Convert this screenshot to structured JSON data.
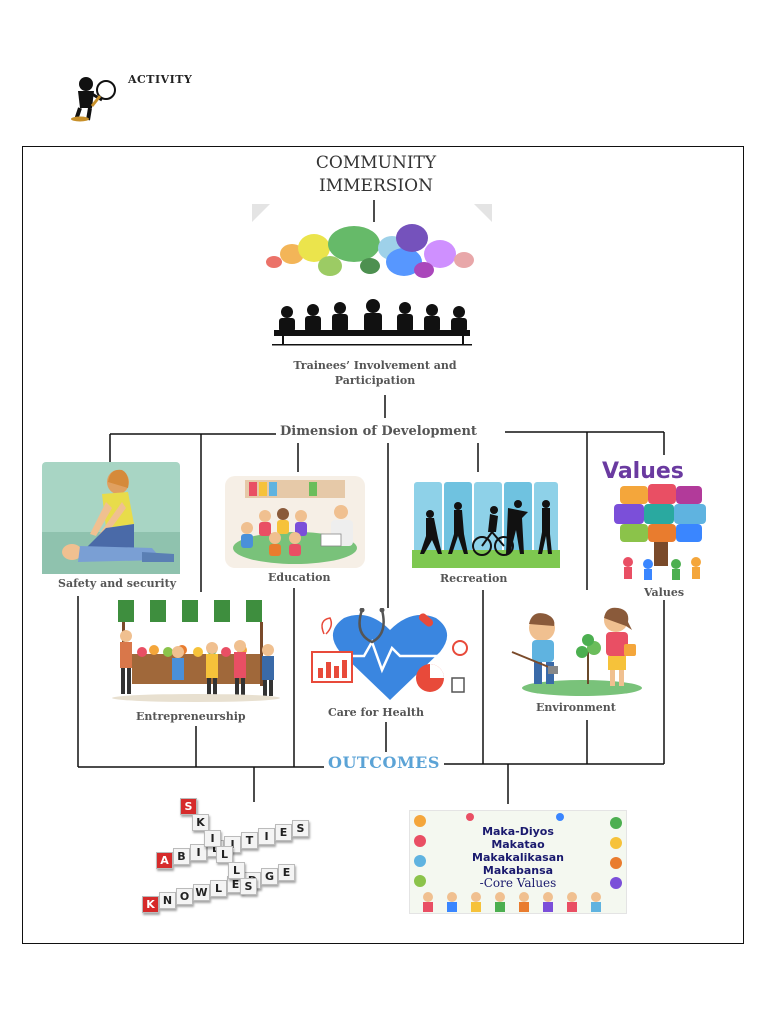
{
  "header": {
    "activity_label": "ACTIVITY",
    "icon": "detective-magnifier-icon"
  },
  "diagram": {
    "title_line1": "COMMUNITY",
    "title_line2": "IMMERSION",
    "trainees_line1": "Trainees’ Involvement and",
    "trainees_line2": "Participation",
    "dimension": "Dimension of Development",
    "outcomes": "OUTCOMES",
    "dimensions": {
      "safety": "Safety and security",
      "education": "Education",
      "recreation": "Recreation",
      "values": "Values",
      "entrepreneurship": "Entrepreneurship",
      "health": "Care for Health",
      "environment": "Environment"
    },
    "values_word": "Values",
    "outcome_tiles": {
      "skills": [
        "S",
        "K",
        "I",
        "L",
        "L",
        "S"
      ],
      "abilities": [
        "A",
        "B",
        "I",
        "L",
        "I",
        "T",
        "I",
        "E",
        "S"
      ],
      "knowledge": [
        "K",
        "N",
        "O",
        "W",
        "L",
        "E",
        "D",
        "G",
        "E"
      ]
    },
    "core_values": {
      "line1": "Maka-Diyos",
      "line2": "Makatao",
      "line3": "Makakalikasan",
      "line4": "Makabansa",
      "line5": "-Core Values"
    }
  },
  "colors": {
    "outcomes": "#5ba3d6",
    "line": "#111111",
    "tile_red": "#d62b2b"
  }
}
